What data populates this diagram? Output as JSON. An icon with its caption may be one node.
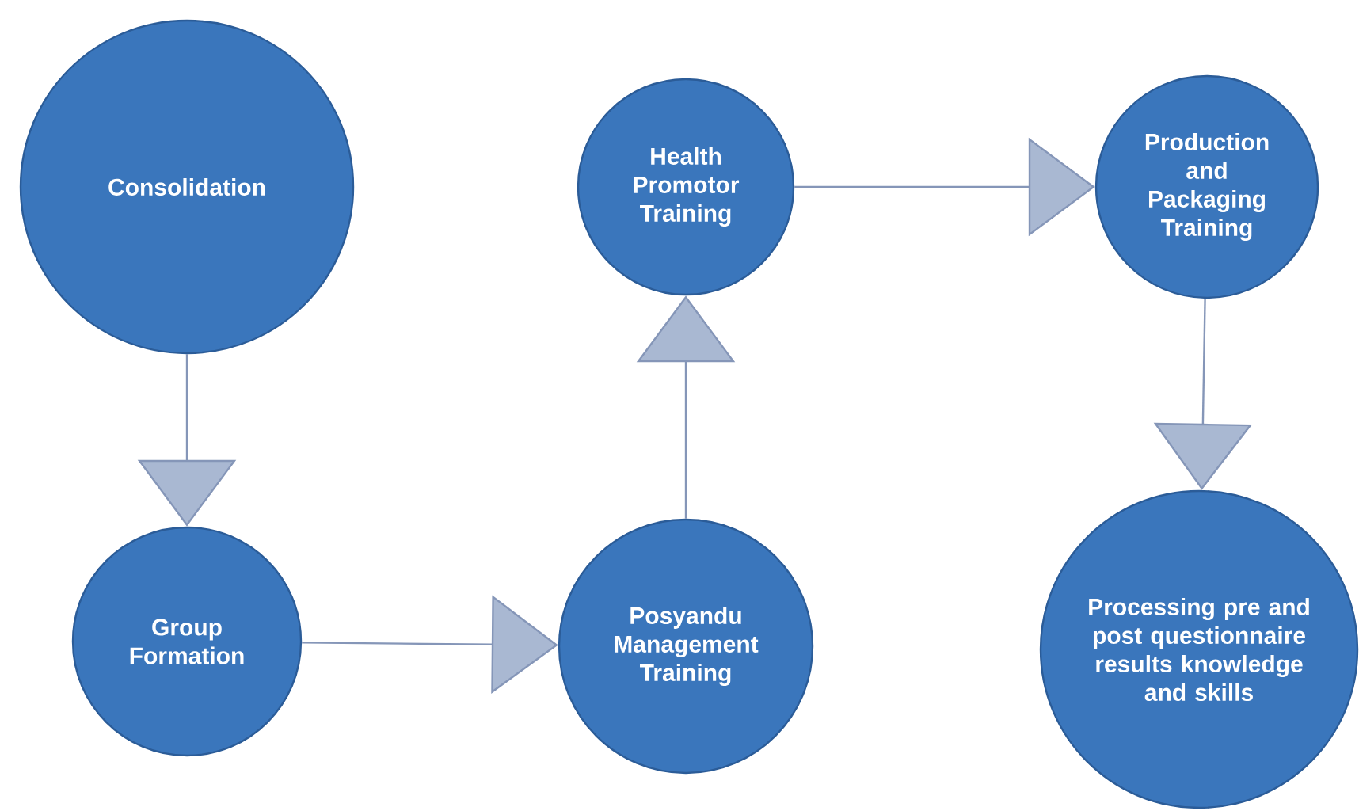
{
  "diagram": {
    "nodes": [
      {
        "text": [
          "Consolidation"
        ]
      },
      {
        "text": [
          "Group Formation"
        ]
      },
      {
        "text": [
          "Posyandu Management Training"
        ]
      },
      {
        "text": [
          "Health Promotor Training"
        ]
      },
      {
        "text": [
          "Production and Packaging Training"
        ]
      },
      {
        "text": [
          "Processing pre and post questionnaire results knowledge and skills"
        ]
      }
    ],
    "edges": [
      {
        "from": 0,
        "to": 1,
        "arrow": "to"
      },
      {
        "from": 1,
        "to": 2,
        "arrow": "to"
      },
      {
        "from": 2,
        "to": 3,
        "arrow": "to"
      },
      {
        "from": 3,
        "to": 4,
        "arrow": "to"
      },
      {
        "from": 4,
        "to": 5,
        "arrow": "to"
      }
    ]
  }
}
